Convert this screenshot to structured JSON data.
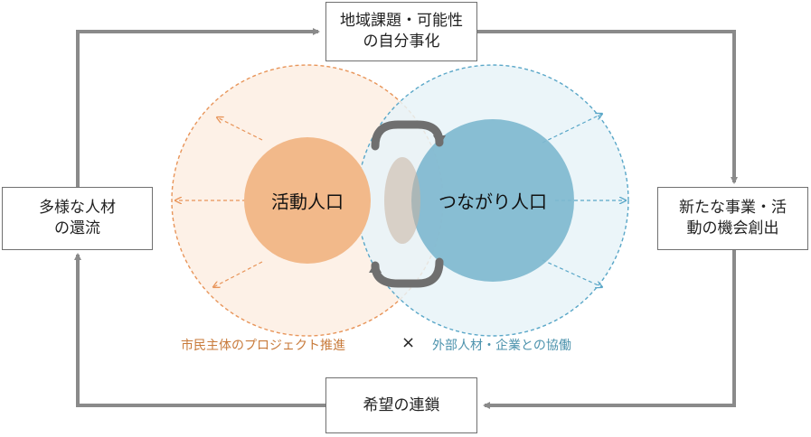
{
  "diagram": {
    "boxes": {
      "top": {
        "line1": "地域課題・可能性",
        "line2": "の自分事化"
      },
      "right": {
        "line1": "新たな事業・活",
        "line2": "動の機会創出"
      },
      "bottom": {
        "line1": "希望の連鎖"
      },
      "left": {
        "line1": "多様な人材",
        "line2": "の還流"
      }
    },
    "circles": {
      "left": {
        "label": "活動人口",
        "color": "#f2b98a",
        "halo_color": "#e8955a"
      },
      "right": {
        "label": "つながり人口",
        "color": "#7fb9cf",
        "halo_color": "#5aa7c8"
      }
    },
    "caption": {
      "left": "市民主体のプロジェクト推進",
      "cross": "×",
      "right": "外部人材・企業との協働"
    },
    "colors": {
      "cycle_arrow": "#8a8a8a",
      "exchange_arrow": "#6f6f6f",
      "caption_left": "#c87a3a",
      "caption_right": "#4d93ad"
    }
  }
}
